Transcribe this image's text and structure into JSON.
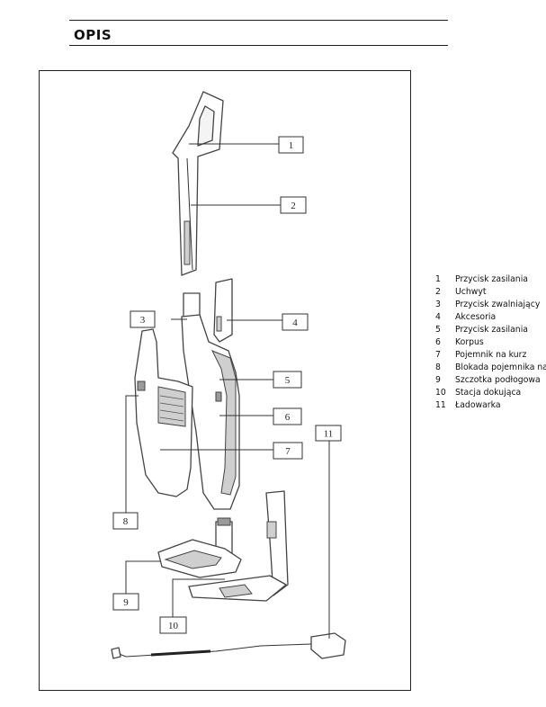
{
  "heading": "OPIS",
  "callouts": [
    "1",
    "2",
    "3",
    "4",
    "5",
    "6",
    "7",
    "8",
    "9",
    "10",
    "11"
  ],
  "legend": [
    {
      "num": "1",
      "text": "Przycisk zasilania"
    },
    {
      "num": "2",
      "text": "Uchwyt"
    },
    {
      "num": "3",
      "text": "Przycisk zwalniający"
    },
    {
      "num": "4",
      "text": "Akcesoria"
    },
    {
      "num": "5",
      "text": "Przycisk zasilania"
    },
    {
      "num": "6",
      "text": "Korpus"
    },
    {
      "num": "7",
      "text": "Pojemnik na kurz"
    },
    {
      "num": "8",
      "text": "Blokada pojemnika na kurz"
    },
    {
      "num": "9",
      "text": "Szczotka podłogowa"
    },
    {
      "num": "10",
      "text": "Stacja dokująca"
    },
    {
      "num": "11",
      "text": "Ładowarka"
    }
  ]
}
